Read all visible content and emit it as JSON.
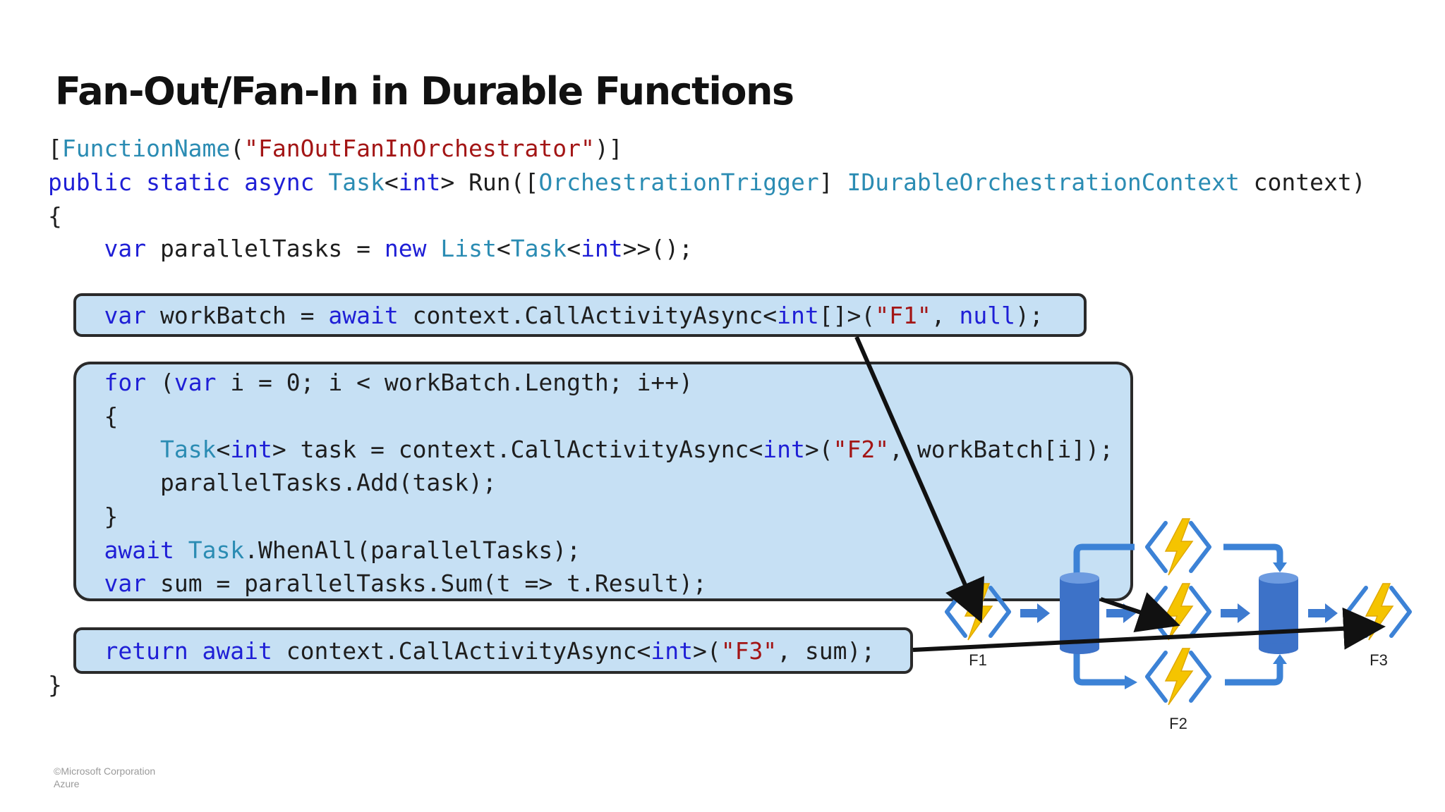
{
  "slide": {
    "title": "Fan-Out/Fan-In in Durable Functions",
    "footer": {
      "copyright": "©Microsoft Corporation",
      "product": "Azure"
    }
  },
  "code": {
    "lines": [
      [
        [
          "pl",
          "["
        ],
        [
          "ty",
          "FunctionName"
        ],
        [
          "pl",
          "("
        ],
        [
          "str",
          "\"FanOutFanInOrchestrator\""
        ],
        [
          "pl",
          ")]"
        ]
      ],
      [
        [
          "kw",
          "public static async "
        ],
        [
          "ty",
          "Task"
        ],
        [
          "pl",
          "<"
        ],
        [
          "kw",
          "int"
        ],
        [
          "pl",
          "> Run(["
        ],
        [
          "ty",
          "OrchestrationTrigger"
        ],
        [
          "pl",
          "] "
        ],
        [
          "ty",
          "IDurableOrchestrationContext"
        ],
        [
          "pl",
          " context)"
        ]
      ],
      [
        [
          "pl",
          "{"
        ]
      ],
      [
        [
          "pl",
          "    "
        ],
        [
          "kw",
          "var"
        ],
        [
          "pl",
          " parallelTasks = "
        ],
        [
          "kw",
          "new "
        ],
        [
          "ty",
          "List"
        ],
        [
          "pl",
          "<"
        ],
        [
          "ty",
          "Task"
        ],
        [
          "pl",
          "<"
        ],
        [
          "kw",
          "int"
        ],
        [
          "pl",
          ">>();"
        ]
      ],
      [
        [
          "pl",
          "    "
        ],
        [
          "kw",
          "var"
        ],
        [
          "pl",
          " workBatch = "
        ],
        [
          "kw",
          "await"
        ],
        [
          "pl",
          " context.CallActivityAsync<"
        ],
        [
          "kw",
          "int"
        ],
        [
          "pl",
          "[]>("
        ],
        [
          "str",
          "\"F1\""
        ],
        [
          "pl",
          ", "
        ],
        [
          "kw",
          "null"
        ],
        [
          "pl",
          ");"
        ]
      ],
      [
        [
          "pl",
          "    "
        ],
        [
          "kw",
          "for"
        ],
        [
          "pl",
          " ("
        ],
        [
          "kw",
          "var"
        ],
        [
          "pl",
          " i = 0; i < workBatch.Length; i++)"
        ]
      ],
      [
        [
          "pl",
          "    {"
        ]
      ],
      [
        [
          "pl",
          "        "
        ],
        [
          "ty",
          "Task"
        ],
        [
          "pl",
          "<"
        ],
        [
          "kw",
          "int"
        ],
        [
          "pl",
          "> task = context.CallActivityAsync<"
        ],
        [
          "kw",
          "int"
        ],
        [
          "pl",
          ">("
        ],
        [
          "str",
          "\"F2\""
        ],
        [
          "pl",
          ", workBatch[i]);"
        ]
      ],
      [
        [
          "pl",
          "        parallelTasks.Add(task);"
        ]
      ],
      [
        [
          "pl",
          "    }"
        ]
      ],
      [
        [
          "pl",
          "    "
        ],
        [
          "kw",
          "await "
        ],
        [
          "ty",
          "Task"
        ],
        [
          "pl",
          ".WhenAll(parallelTasks);"
        ]
      ],
      [
        [
          "pl",
          "    "
        ],
        [
          "kw",
          "var"
        ],
        [
          "pl",
          " sum = parallelTasks.Sum(t => t.Result);"
        ]
      ],
      [
        [
          "pl",
          "    "
        ],
        [
          "kw",
          "return await"
        ],
        [
          "pl",
          " context.CallActivityAsync<"
        ],
        [
          "kw",
          "int"
        ],
        [
          "pl",
          ">("
        ],
        [
          "str",
          "\"F3\""
        ],
        [
          "pl",
          ", sum);"
        ]
      ],
      [
        [
          "pl",
          "}"
        ]
      ]
    ]
  },
  "diagram": {
    "labels": {
      "f1": "F1",
      "f2": "F2",
      "f3": "F3"
    },
    "colors": {
      "bolt": "#f5c400",
      "bolt_dark": "#e0a800",
      "bracket": "#3c82d6",
      "flow": "#3e7bd0",
      "queue": "#3d72c8",
      "pointer": "#111111",
      "code_box": "#c6e0f4"
    },
    "icons": [
      "azure-function-icon",
      "queue-icon",
      "flow-arrow-icon",
      "pointer-arrow-icon"
    ]
  }
}
